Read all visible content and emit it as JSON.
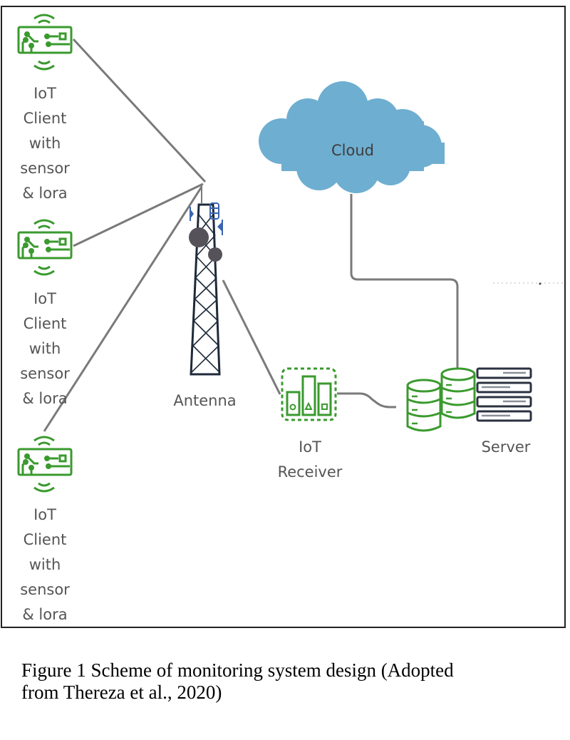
{
  "diagram": {
    "clients": [
      {
        "label_lines": [
          "IoT",
          "Client",
          "with",
          "sensor",
          "& lora"
        ]
      },
      {
        "label_lines": [
          "IoT",
          "Client",
          "with",
          "sensor",
          "& lora"
        ]
      },
      {
        "label_lines": [
          "IoT",
          "Client",
          "with",
          "sensor",
          "& lora"
        ]
      }
    ],
    "antenna_label": "Antenna",
    "cloud_label": "Cloud",
    "receiver_label_lines": [
      "IoT",
      "Receiver"
    ],
    "server_label": "Server",
    "colors": {
      "iot_green": "#3a9a2e",
      "cloud_blue": "#6eaed0",
      "connector_gray": "#7a7a7a",
      "tower_navy": "#1e2a3a",
      "dish_gray": "#55525a",
      "server_navy": "#2b3140"
    }
  },
  "caption": {
    "line1": "Figure 1 Scheme of monitoring system design (Adopted",
    "line2": "from Thereza et al., 2020)"
  }
}
